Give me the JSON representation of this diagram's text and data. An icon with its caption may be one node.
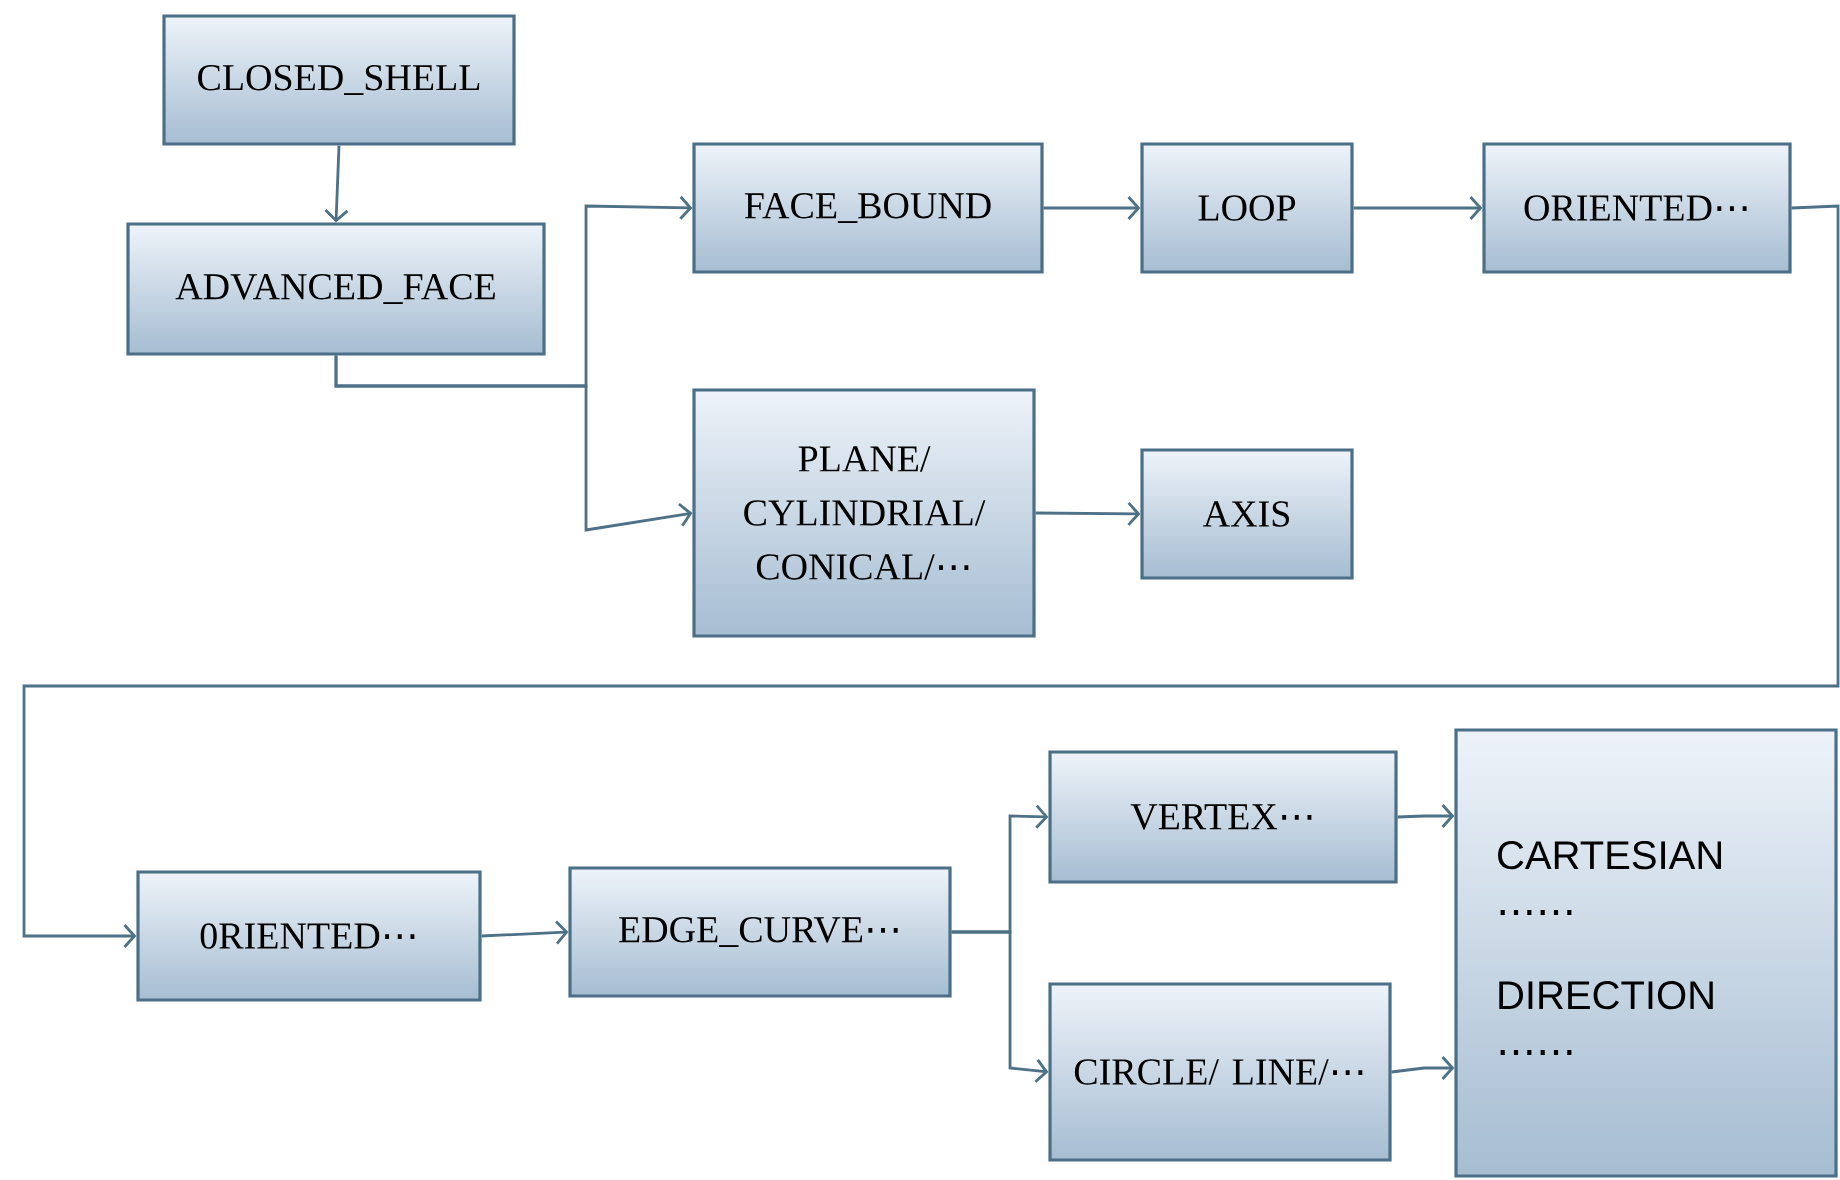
{
  "diagram": {
    "nodes": [
      {
        "text": [
          "CLOSED_SHELL"
        ]
      },
      {
        "text": [
          "ADVANCED_FACE"
        ]
      },
      {
        "text": [
          "FACE_BOUND"
        ]
      },
      {
        "text": [
          "LOOP"
        ]
      },
      {
        "text": [
          "ORIENTED⋯"
        ]
      },
      {
        "text": [
          "PLANE/ CYLINDRIAL/ CONICAL/⋯"
        ]
      },
      {
        "text": [
          "AXIS"
        ]
      },
      {
        "text": [
          "0RIENTED⋯"
        ]
      },
      {
        "text": [
          "EDGE_CURVE⋯"
        ]
      },
      {
        "text": [
          "VERTEX⋯"
        ]
      },
      {
        "text": [
          "CIRCLE/ LINE/⋯"
        ]
      },
      {
        "text": [
          "CARTESIAN ⋯⋯",
          "DIRECTION ⋯⋯"
        ]
      }
    ],
    "edges": [
      {
        "from": 0,
        "to": 1,
        "arrow": "to"
      },
      {
        "from": 1,
        "to": 2,
        "arrow": "to"
      },
      {
        "from": 1,
        "to": 5,
        "arrow": "to"
      },
      {
        "from": 2,
        "to": 3,
        "arrow": "to"
      },
      {
        "from": 3,
        "to": 4,
        "arrow": "to"
      },
      {
        "from": 5,
        "to": 6,
        "arrow": "to"
      },
      {
        "from": 4,
        "to": 7,
        "arrow": "to"
      },
      {
        "from": 7,
        "to": 8,
        "arrow": "to"
      },
      {
        "from": 8,
        "to": 9,
        "arrow": "to"
      },
      {
        "from": 8,
        "to": 10,
        "arrow": "to"
      },
      {
        "from": 9,
        "to": 11,
        "arrow": "to"
      },
      {
        "from": 10,
        "to": 11,
        "arrow": "to"
      }
    ]
  }
}
